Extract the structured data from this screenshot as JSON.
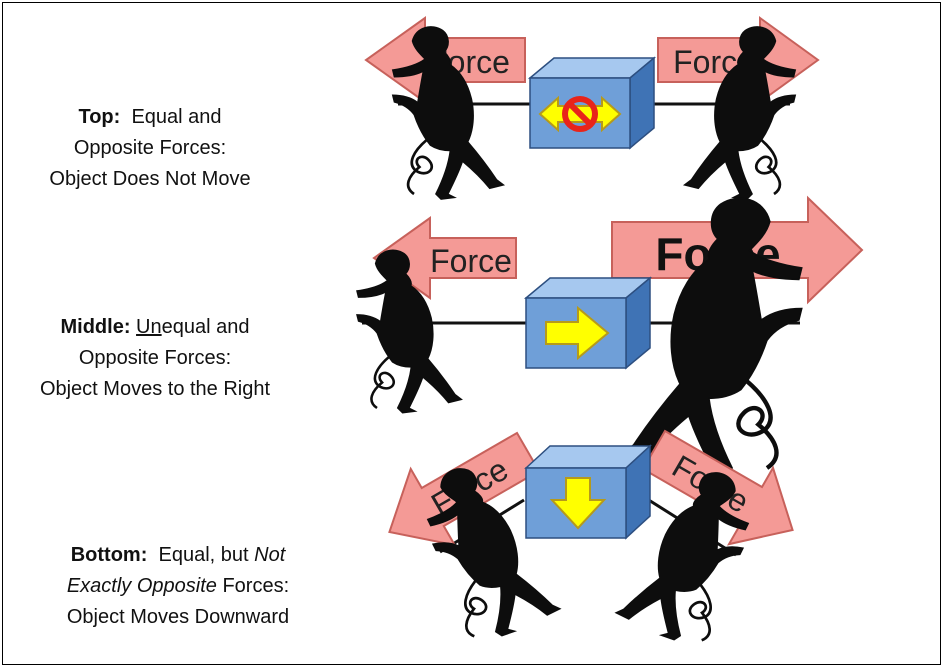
{
  "arrow_label": "Force",
  "colors": {
    "arrow_fill": "#f49a96",
    "arrow_stroke": "#c7615b",
    "box_front": "#6f9fd8",
    "box_top": "#a6c8ef",
    "box_side": "#3f73b5",
    "indicator_fill": "#ffff00",
    "indicator_stroke": "#b69a1a",
    "no_symbol": "#e8241a",
    "silhouette": "#0d0d0d"
  },
  "icons": {
    "top_box": "double-arrow-with-no-symbol-icon",
    "middle_box": "arrow-right-icon",
    "bottom_box": "arrow-down-icon",
    "figure": "tug-of-war-man-silhouette"
  },
  "panels": {
    "top": {
      "caption_bold": "Top:",
      "caption_line1": "Equal and",
      "caption_line2": "Opposite Forces:",
      "caption_line3": "Object Does Not Move"
    },
    "middle": {
      "caption_bold": "Middle:",
      "caption_un": "Un",
      "caption_line1": "equal and",
      "caption_line2": "Opposite Forces:",
      "caption_line3": "Object Moves to the Right"
    },
    "bottom": {
      "caption_bold": "Bottom:",
      "caption_line1": "Equal, but",
      "caption_italic1": "Not",
      "caption_italic2": "Exactly Opposite",
      "caption_line2": "Forces:",
      "caption_line3": "Object Moves Downward"
    }
  }
}
